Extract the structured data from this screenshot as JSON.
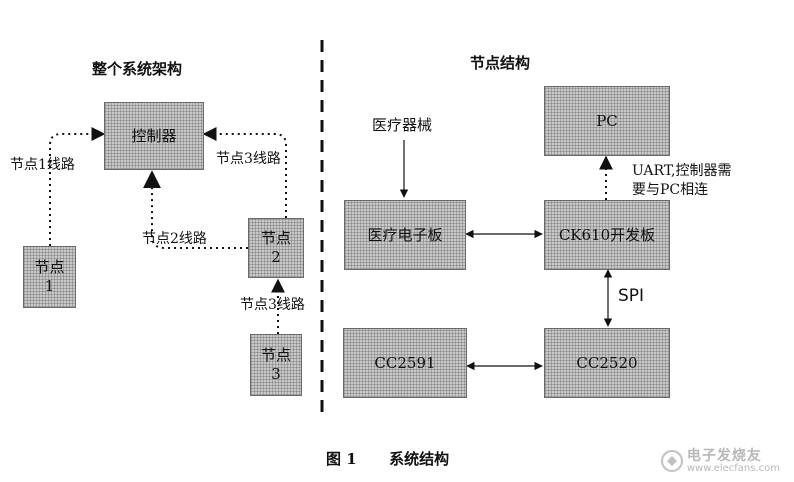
{
  "left_title": "整个系统架构",
  "right_title": "节点结构",
  "left": {
    "controller": "控制器",
    "node1": [
      "节点",
      "1"
    ],
    "node2": [
      "节点",
      "2"
    ],
    "node3": [
      "节点",
      "3"
    ],
    "link1": "节点1线路",
    "link2": "节点2线路",
    "link3a": "节点3线路",
    "link3b": "节点3线路"
  },
  "right": {
    "medical_device": "医疗器械",
    "pc": "PC",
    "uart_note": [
      "UART,控制器需",
      "要与PC相连"
    ],
    "medical_board": "医疗电子板",
    "ck610": "CK610开发板",
    "spi": "SPI",
    "cc2591": "CC2591",
    "cc2520": "CC2520"
  },
  "caption": {
    "figure": "图 1",
    "title": "系统结构"
  },
  "watermark": {
    "name": "电子发烧友",
    "url": "www.elecfans.com"
  }
}
